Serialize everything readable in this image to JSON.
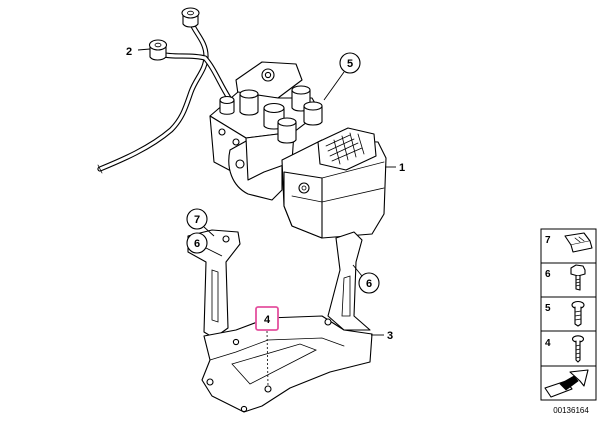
{
  "callouts": [
    {
      "label": "2"
    },
    {
      "label": "5"
    },
    {
      "label": "1"
    },
    {
      "label": "7"
    },
    {
      "label": "6"
    },
    {
      "label": "6"
    },
    {
      "label": "4",
      "selected": true
    },
    {
      "label": "3"
    }
  ],
  "legend": {
    "items": [
      {
        "label": "7",
        "icon": "clip-nut-icon"
      },
      {
        "label": "6",
        "icon": "hex-bolt-icon"
      },
      {
        "label": "5",
        "icon": "screw-icon"
      },
      {
        "label": "4",
        "icon": "long-screw-icon"
      }
    ],
    "nav_icon": "arrow-icon"
  },
  "figure_id": "00136164",
  "colors": {
    "line": "#000000",
    "highlight": "#e4509e",
    "background": "#ffffff"
  }
}
